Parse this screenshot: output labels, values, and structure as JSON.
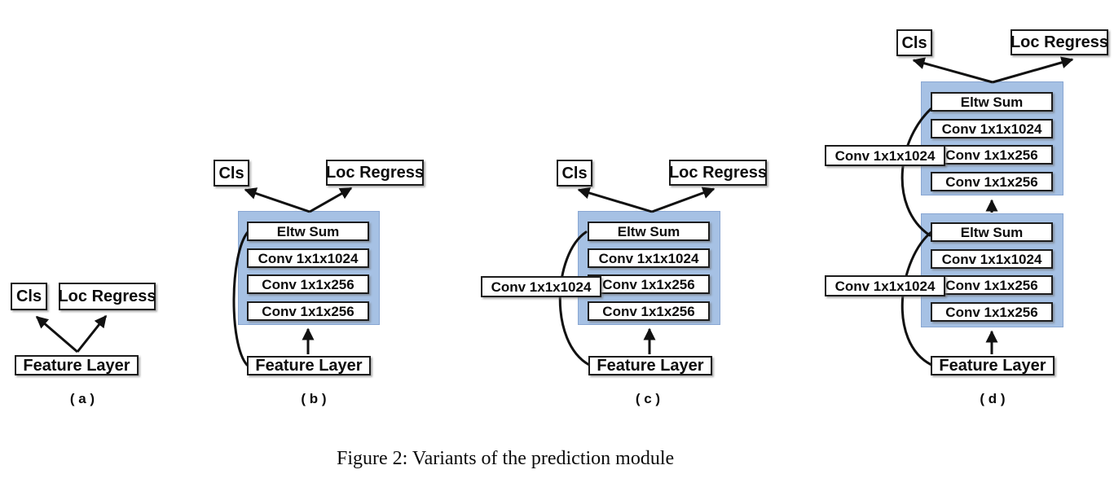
{
  "caption": "Figure 2: Variants of the prediction module",
  "colors": {
    "module_fill": "#A6C1E4",
    "module_border": "#88A6D2",
    "line": "#111111"
  },
  "diagrams": {
    "a": {
      "label": "( a )",
      "cls": "Cls",
      "loc": "Loc Regress",
      "feature": "Feature Layer"
    },
    "b": {
      "label": "( b )",
      "cls": "Cls",
      "loc": "Loc Regress",
      "feature": "Feature Layer",
      "module_rows": [
        "Eltw Sum",
        "Conv 1x1x1024",
        "Conv 1x1x256",
        "Conv 1x1x256"
      ]
    },
    "c": {
      "label": "( c )",
      "cls": "Cls",
      "loc": "Loc Regress",
      "feature": "Feature Layer",
      "module_rows": [
        "Eltw Sum",
        "Conv 1x1x1024",
        "Conv 1x1x256",
        "Conv 1x1x256"
      ],
      "side_conv": "Conv 1x1x1024"
    },
    "d": {
      "label": "( d )",
      "cls": "Cls",
      "loc": "Loc Regress",
      "feature": "Feature Layer",
      "modules": [
        {
          "rows": [
            "Eltw Sum",
            "Conv 1x1x1024",
            "Conv 1x1x256",
            "Conv 1x1x256"
          ]
        },
        {
          "rows": [
            "Eltw Sum",
            "Conv 1x1x1024",
            "Conv 1x1x256",
            "Conv 1x1x256"
          ]
        }
      ],
      "side_convs": [
        "Conv 1x1x1024",
        "Conv 1x1x1024"
      ]
    }
  }
}
